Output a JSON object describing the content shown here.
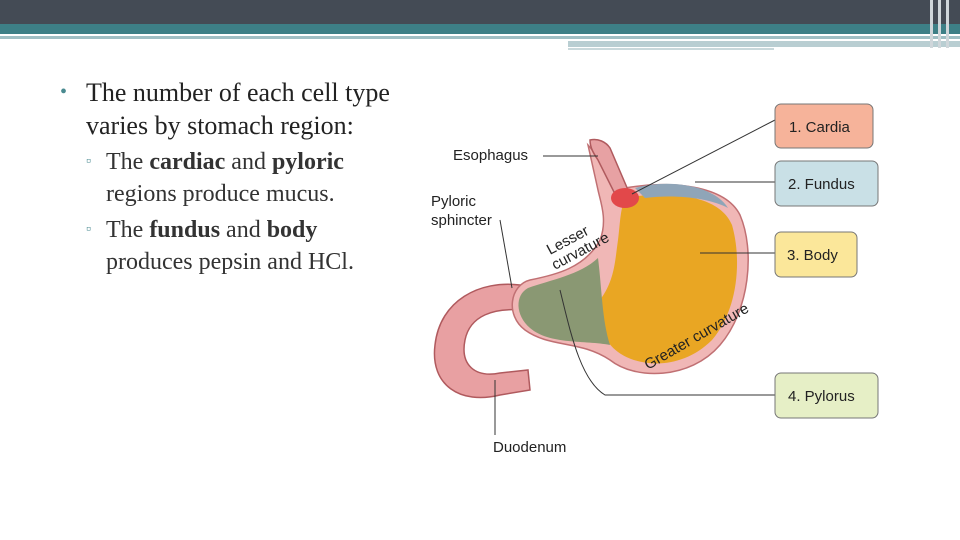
{
  "slide": {
    "main_bullet": "The number of each cell type varies by stomach region:",
    "sub_bullets": [
      {
        "parts": [
          {
            "text": "The ",
            "bold": false
          },
          {
            "text": "cardiac",
            "bold": true
          },
          {
            "text": " and ",
            "bold": false
          },
          {
            "text": "pyloric",
            "bold": true
          },
          {
            "text": " regions produce mucus.",
            "bold": false
          }
        ]
      },
      {
        "parts": [
          {
            "text": "The ",
            "bold": false
          },
          {
            "text": "fundus",
            "bold": true
          },
          {
            "text": " and ",
            "bold": false
          },
          {
            "text": "body",
            "bold": true
          },
          {
            "text": " produces pepsin and HCl.",
            "bold": false
          }
        ]
      }
    ]
  },
  "diagram": {
    "labels": {
      "esophagus": "Esophagus",
      "pyloric_sphincter_1": "Pyloric",
      "pyloric_sphincter_2": "sphincter",
      "lesser_curvature_1": "Lesser",
      "lesser_curvature_2": "curvature",
      "greater_curvature": "Greater curvature",
      "duodenum": "Duodenum"
    },
    "regions": [
      {
        "label": "1. Cardia",
        "color": "#f6b39a"
      },
      {
        "label": "2. Fundus",
        "color": "#c9e0e6"
      },
      {
        "label": "3. Body",
        "color": "#fbe79a"
      },
      {
        "label": "4. Pylorus",
        "color": "#e6efc6"
      }
    ],
    "colors": {
      "esophagus": "#e7a1a3",
      "cardia": "#e2484a",
      "fundus": "#8fa5b8",
      "body": "#e9a623",
      "pylorus": "#8a9873",
      "wall": "#f0b7b6",
      "duodenum": "#e8a0a2"
    }
  }
}
